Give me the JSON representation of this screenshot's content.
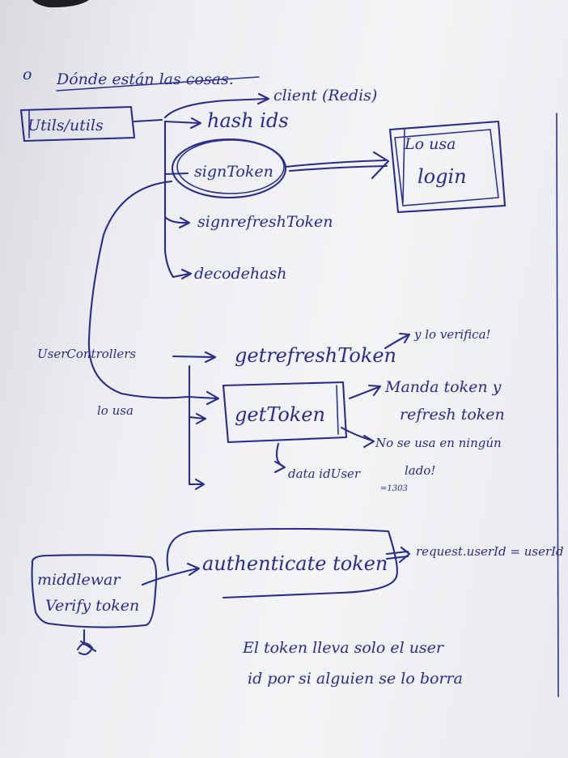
{
  "colors": {
    "ink": "#2a2c8a",
    "paper": "#f1f2f5"
  },
  "heading": {
    "bullet": "o",
    "text": "Dónde están las cosas."
  },
  "utils_box": "Utils/utils",
  "client_label": "client (Redis)",
  "hash_ids": "hash ids",
  "sign_token": "signToken",
  "sign_refresh_token": "signrefreshToken",
  "decode_hash": "decodehash",
  "login_box": {
    "top": "Lo usa",
    "bottom": "login"
  },
  "user_controllers": "UserControllers",
  "lo_usa": "lo usa",
  "get_refresh_token": "getrefreshToken",
  "y_lo_verifica": "y lo verifica!",
  "get_token": "getToken",
  "manda_token": "Manda token y",
  "refresh_token": "refresh token",
  "no_se_usa": "No se usa en ningún",
  "lado": "lado!",
  "data_id_user": "data idUser",
  "data_id_user_sub": "=1303",
  "authenticate_token": "authenticate token",
  "request_line": "request.userId = userId",
  "middleware_box": {
    "line1": "middlewar",
    "line2": "Verify token"
  },
  "note": {
    "line1": "El token lleva solo el user",
    "line2": "id por si alguien se lo borra"
  }
}
